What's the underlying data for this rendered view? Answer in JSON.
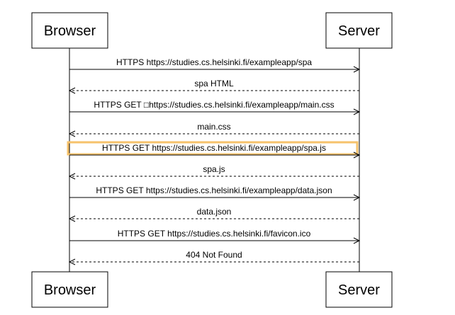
{
  "actors": {
    "browser": "Browser",
    "server": "Server"
  },
  "messages": [
    {
      "from": "browser",
      "to": "server",
      "style": "solid",
      "label": "HTTPS https://studies.cs.helsinki.fi/exampleapp/spa"
    },
    {
      "from": "server",
      "to": "browser",
      "style": "dashed",
      "label": "spa HTML"
    },
    {
      "from": "browser",
      "to": "server",
      "style": "solid",
      "label": "HTTPS GET □https://studies.cs.helsinki.fi/exampleapp/main.css"
    },
    {
      "from": "server",
      "to": "browser",
      "style": "dashed",
      "label": "main.css"
    },
    {
      "from": "browser",
      "to": "server",
      "style": "solid",
      "label": "HTTPS GET https://studies.cs.helsinki.fi/exampleapp/spa.js",
      "highlighted": true
    },
    {
      "from": "server",
      "to": "browser",
      "style": "dashed",
      "label": "spa.js"
    },
    {
      "from": "browser",
      "to": "server",
      "style": "solid",
      "label": "HTTPS GET https://studies.cs.helsinki.fi/exampleapp/data.json"
    },
    {
      "from": "server",
      "to": "browser",
      "style": "dashed",
      "label": "data.json"
    },
    {
      "from": "browser",
      "to": "server",
      "style": "solid",
      "label": "HTTPS GET https://studies.cs.helsinki.fi/favicon.ico"
    },
    {
      "from": "server",
      "to": "browser",
      "style": "dashed",
      "label": "404 Not Found"
    }
  ],
  "colors": {
    "line": "#000000",
    "highlight": "#f6c26b",
    "background": "#ffffff"
  }
}
